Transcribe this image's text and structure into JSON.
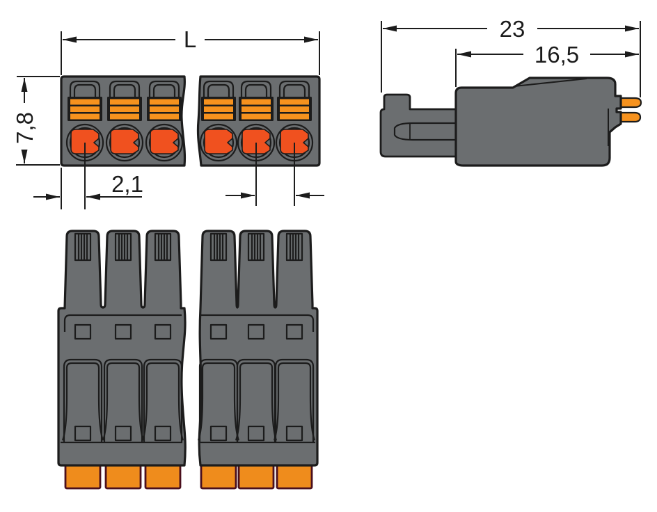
{
  "meta": {
    "figure_type": "technical dimension drawing",
    "subject": "pluggable terminal block connector, 6 poles shown, break lines for variable length"
  },
  "views": {
    "front": {
      "name": "front-view",
      "dim_width": "L",
      "dim_height": "7,8",
      "dim_edge_to_pole": "2,1"
    },
    "side": {
      "name": "side-view",
      "dim_overall_depth": "23",
      "dim_housing_depth": "16,5"
    },
    "bottom": {
      "name": "top-view"
    }
  },
  "colors": {
    "background": "#ffffff",
    "outline": "#1c1c1c",
    "housing_gray": "#6b6e70",
    "button_orange": "#f6921e",
    "port_orange_red": "#f0511f",
    "pad_orange": "#ef8c1c",
    "pad_border": "#4a0f1d"
  }
}
